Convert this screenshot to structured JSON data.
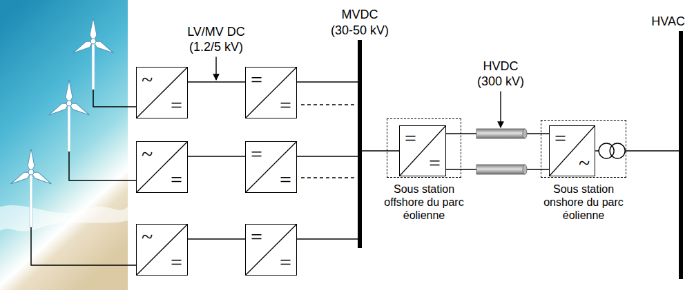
{
  "diagram": {
    "nodes": [
      {
        "text": [
          "~",
          "="
        ]
      },
      {
        "text": [
          "=",
          "="
        ]
      },
      {
        "text": [
          "~",
          "="
        ]
      },
      {
        "text": [
          "=",
          "="
        ]
      },
      {
        "text": [
          "~",
          "="
        ]
      },
      {
        "text": [
          "=",
          "="
        ]
      },
      {
        "text": [
          "MVDC",
          "(30-50 kV)"
        ]
      },
      {
        "text": [
          "Sous station offshore du parc éolienne"
        ]
      },
      {
        "text": [
          "=",
          "="
        ],
        "in": 7
      },
      {
        "text": [
          "Sous station onshore du parc éolienne"
        ]
      },
      {
        "text": [
          "=",
          "~"
        ],
        "in": 9
      },
      {
        "text": [
          "HVAC"
        ]
      }
    ],
    "edges": [
      {
        "from": 0,
        "to": 1,
        "arrow": "none"
      },
      {
        "from": 2,
        "to": 3,
        "arrow": "none"
      },
      {
        "from": 4,
        "to": 5,
        "arrow": "none"
      },
      {
        "from": 1,
        "to": 6,
        "arrow": "none"
      },
      {
        "from": 3,
        "to": 6,
        "arrow": "none"
      },
      {
        "from": 5,
        "to": 6,
        "arrow": "none"
      },
      {
        "from": 6,
        "to": 8,
        "arrow": "none"
      },
      {
        "from": 8,
        "to": 10,
        "arrow": "none"
      },
      {
        "from": 8,
        "to": 10,
        "arrow": "none"
      },
      {
        "from": 10,
        "to": 11,
        "arrow": "none"
      }
    ],
    "labels": [
      "LV/MV DC",
      "(1.2/5 kV)",
      "HVDC",
      "(300 kV)"
    ]
  }
}
